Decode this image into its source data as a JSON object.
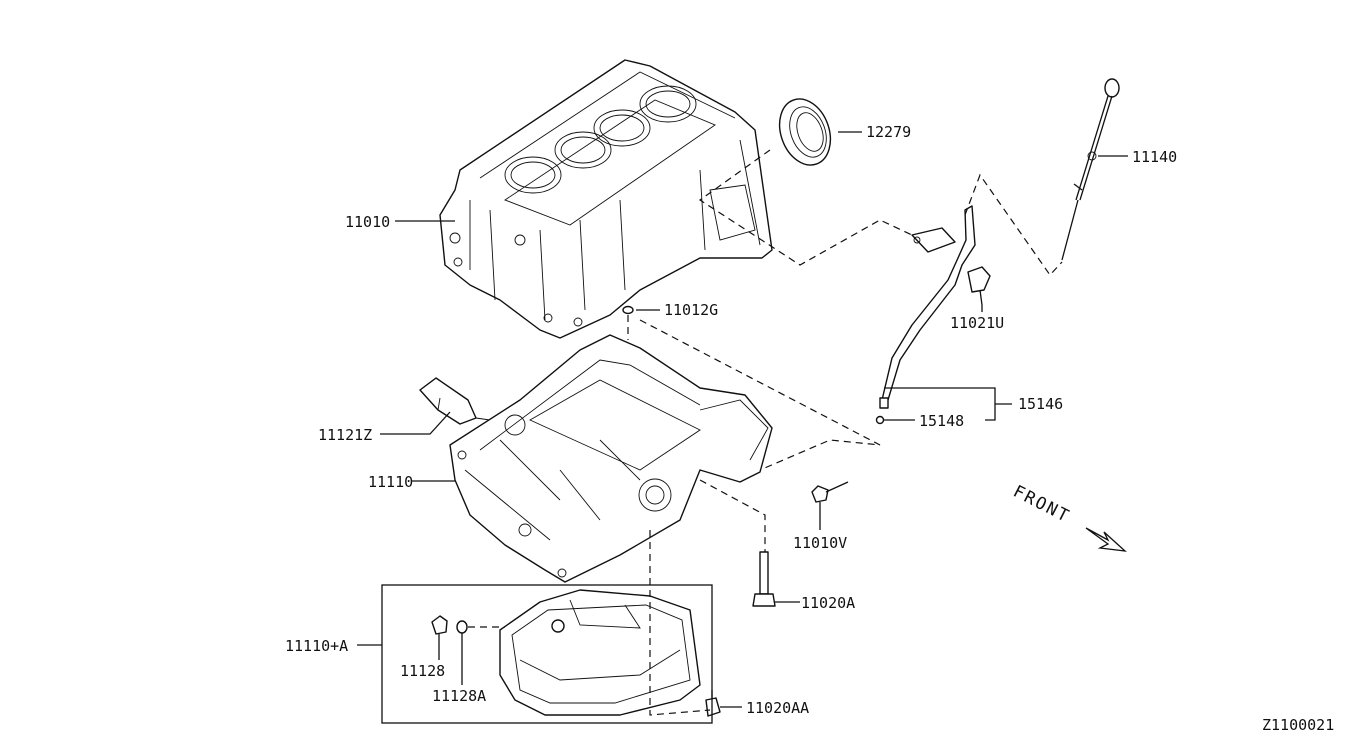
{
  "labels": {
    "p12279": "12279",
    "p11140": "11140",
    "p11010": "11010",
    "p11021U": "11021U",
    "p11012G": "11012G",
    "p15146": "15146",
    "p15148": "15148",
    "p11121Z": "11121Z",
    "p11110": "11110",
    "p11010V": "11010V",
    "p11020A": "11020A",
    "p11110A": "11110+A",
    "p11128": "11128",
    "p11128A": "11128A",
    "p11020AA": "11020AA",
    "front": "FRONT",
    "diagram_id": "Z1100021"
  }
}
